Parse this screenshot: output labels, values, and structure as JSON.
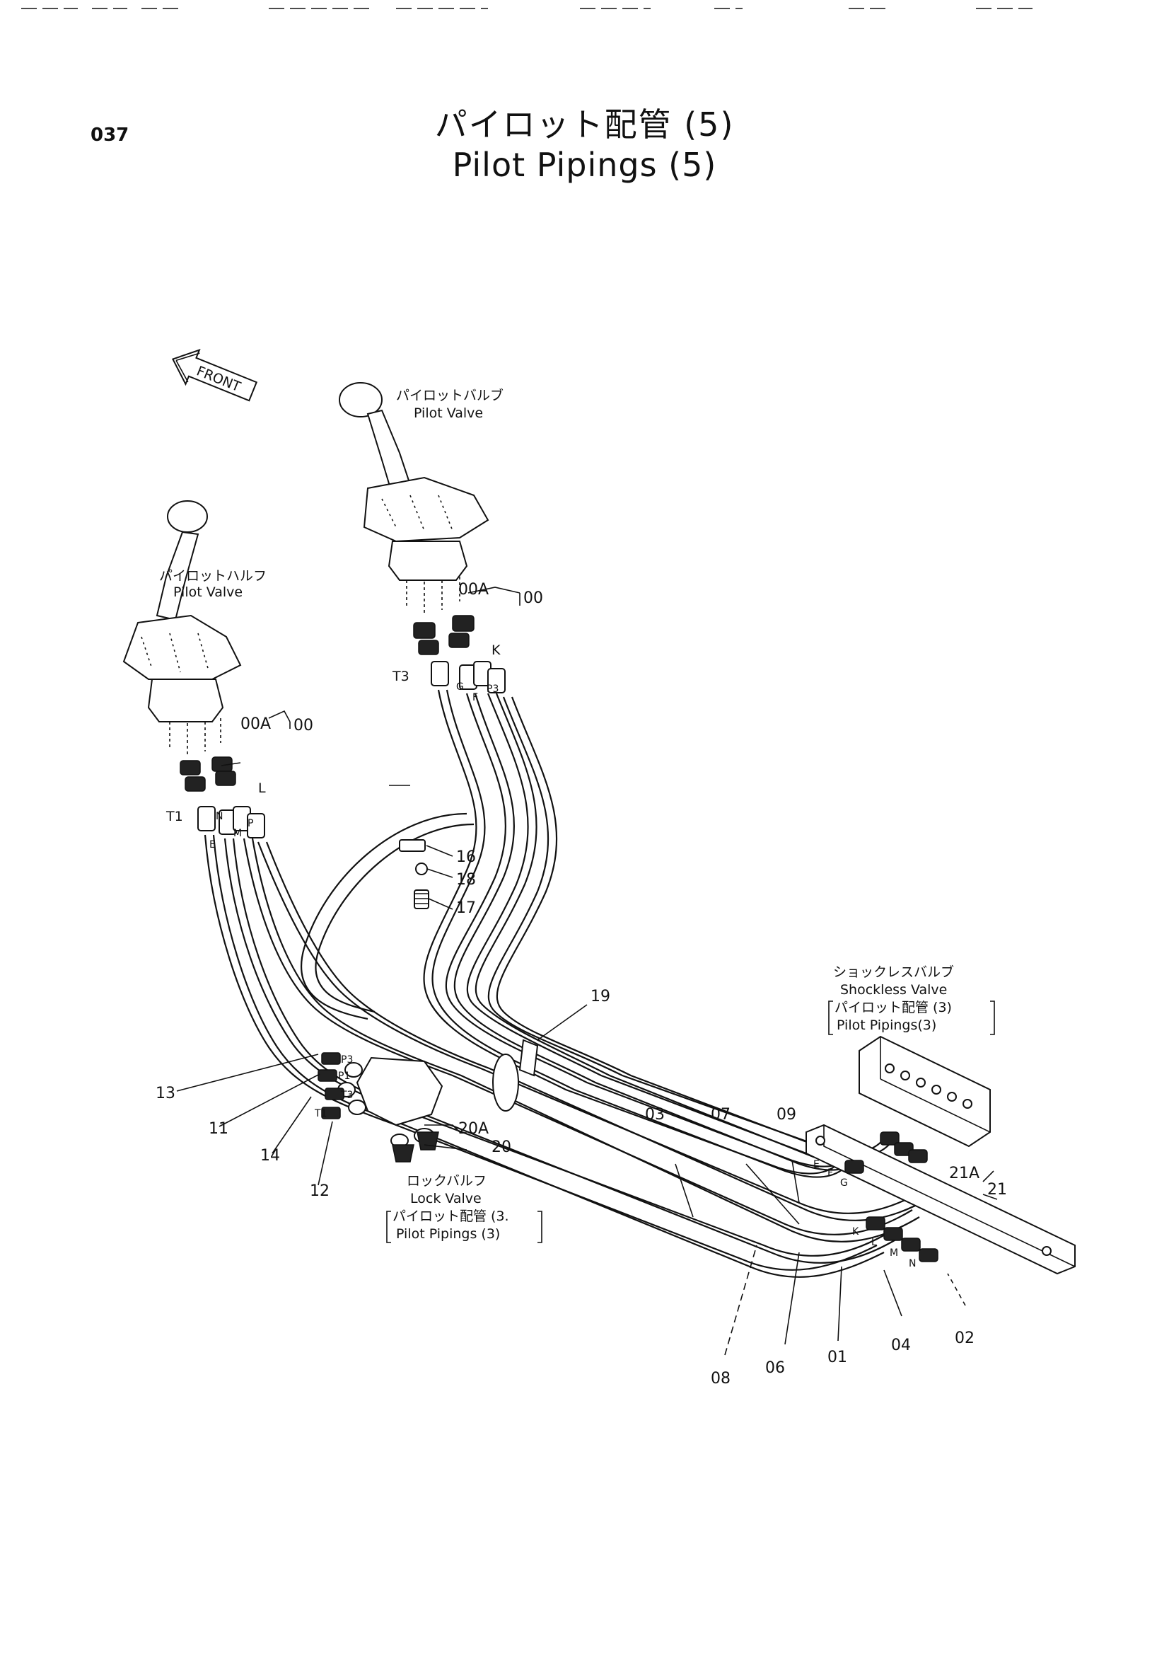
{
  "page_number": "037",
  "title_jp": "パイロット配管 (5)",
  "title_en": "Pilot Pipings (5)",
  "front_label": "FRONT",
  "pilot_valve_right": {
    "jp": "パイロットバルブ",
    "en": "Pilot Valve"
  },
  "pilot_valve_left": {
    "jp": "パイロットハルフ",
    "en": "Pilot Valve"
  },
  "shockless_valve": {
    "jp": "ショックレスバルブ",
    "en": "Shockless Valve",
    "ref_jp": "パイロット配管 (3)",
    "ref_en": "Pilot Pipings(3)"
  },
  "lock_valve": {
    "jp": "ロックバルフ",
    "en": "Lock Valve",
    "ref_jp": "パイロット配管 (3.",
    "ref_en": "Pilot Pipings (3)"
  },
  "part_labels": {
    "p00a_right": "00A",
    "p00_right": "00",
    "p00a_left": "00A",
    "p00_left": "00",
    "p01": "01",
    "p02": "02",
    "p03": "03",
    "p04": "04",
    "p06": "06",
    "p07": "07",
    "p08": "08",
    "p09": "09",
    "p11": "11",
    "p12": "12",
    "p13": "13",
    "p14": "14",
    "p16": "16",
    "p17": "17",
    "p18": "18",
    "p19": "19",
    "p20": "20",
    "p20a": "20A",
    "p21": "21",
    "p21a": "21A"
  },
  "port_labels": {
    "t3_top": "T3",
    "k": "K",
    "g": "G",
    "f": "F",
    "p3_top": "P3",
    "t1_left": "T1",
    "l": "L",
    "n": "N",
    "e": "E",
    "m": "M",
    "p": "P",
    "p3_lock": "P3",
    "p1_lock": "P1",
    "t3_lock": "T3",
    "t1_lock": "T1",
    "e_sv": "E",
    "f_sv": "F",
    "g_sv": "G",
    "k_sv": "K",
    "l_sv": "L",
    "m_sv": "M",
    "n_sv": "N"
  }
}
